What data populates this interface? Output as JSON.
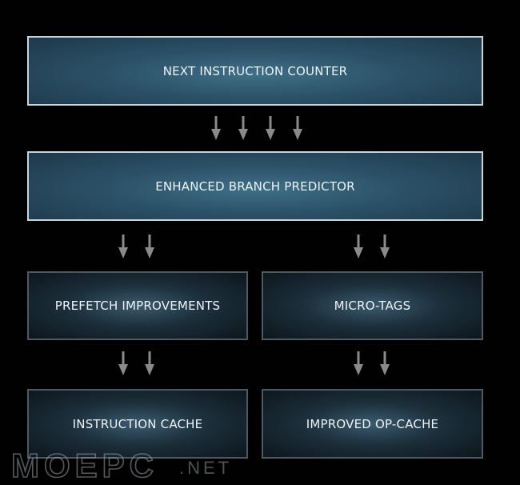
{
  "boxes": {
    "next_instruction_counter": "NEXT INSTRUCTION COUNTER",
    "enhanced_branch_predictor": "ENHANCED BRANCH PREDICTOR",
    "prefetch_improvements": "PREFETCH IMPROVEMENTS",
    "micro_tags": "MICRO-TAGS",
    "instruction_cache": "INSTRUCTION CACHE",
    "improved_op_cache": "IMPROVED OP-CACHE"
  },
  "watermark": {
    "brand": "MOEPC",
    "suffix": ".NET"
  },
  "colors": {
    "background": "#010101",
    "primary_box": "#2c5268",
    "secondary_box": "#1c2f3b",
    "arrow": "#8a8a8a"
  }
}
